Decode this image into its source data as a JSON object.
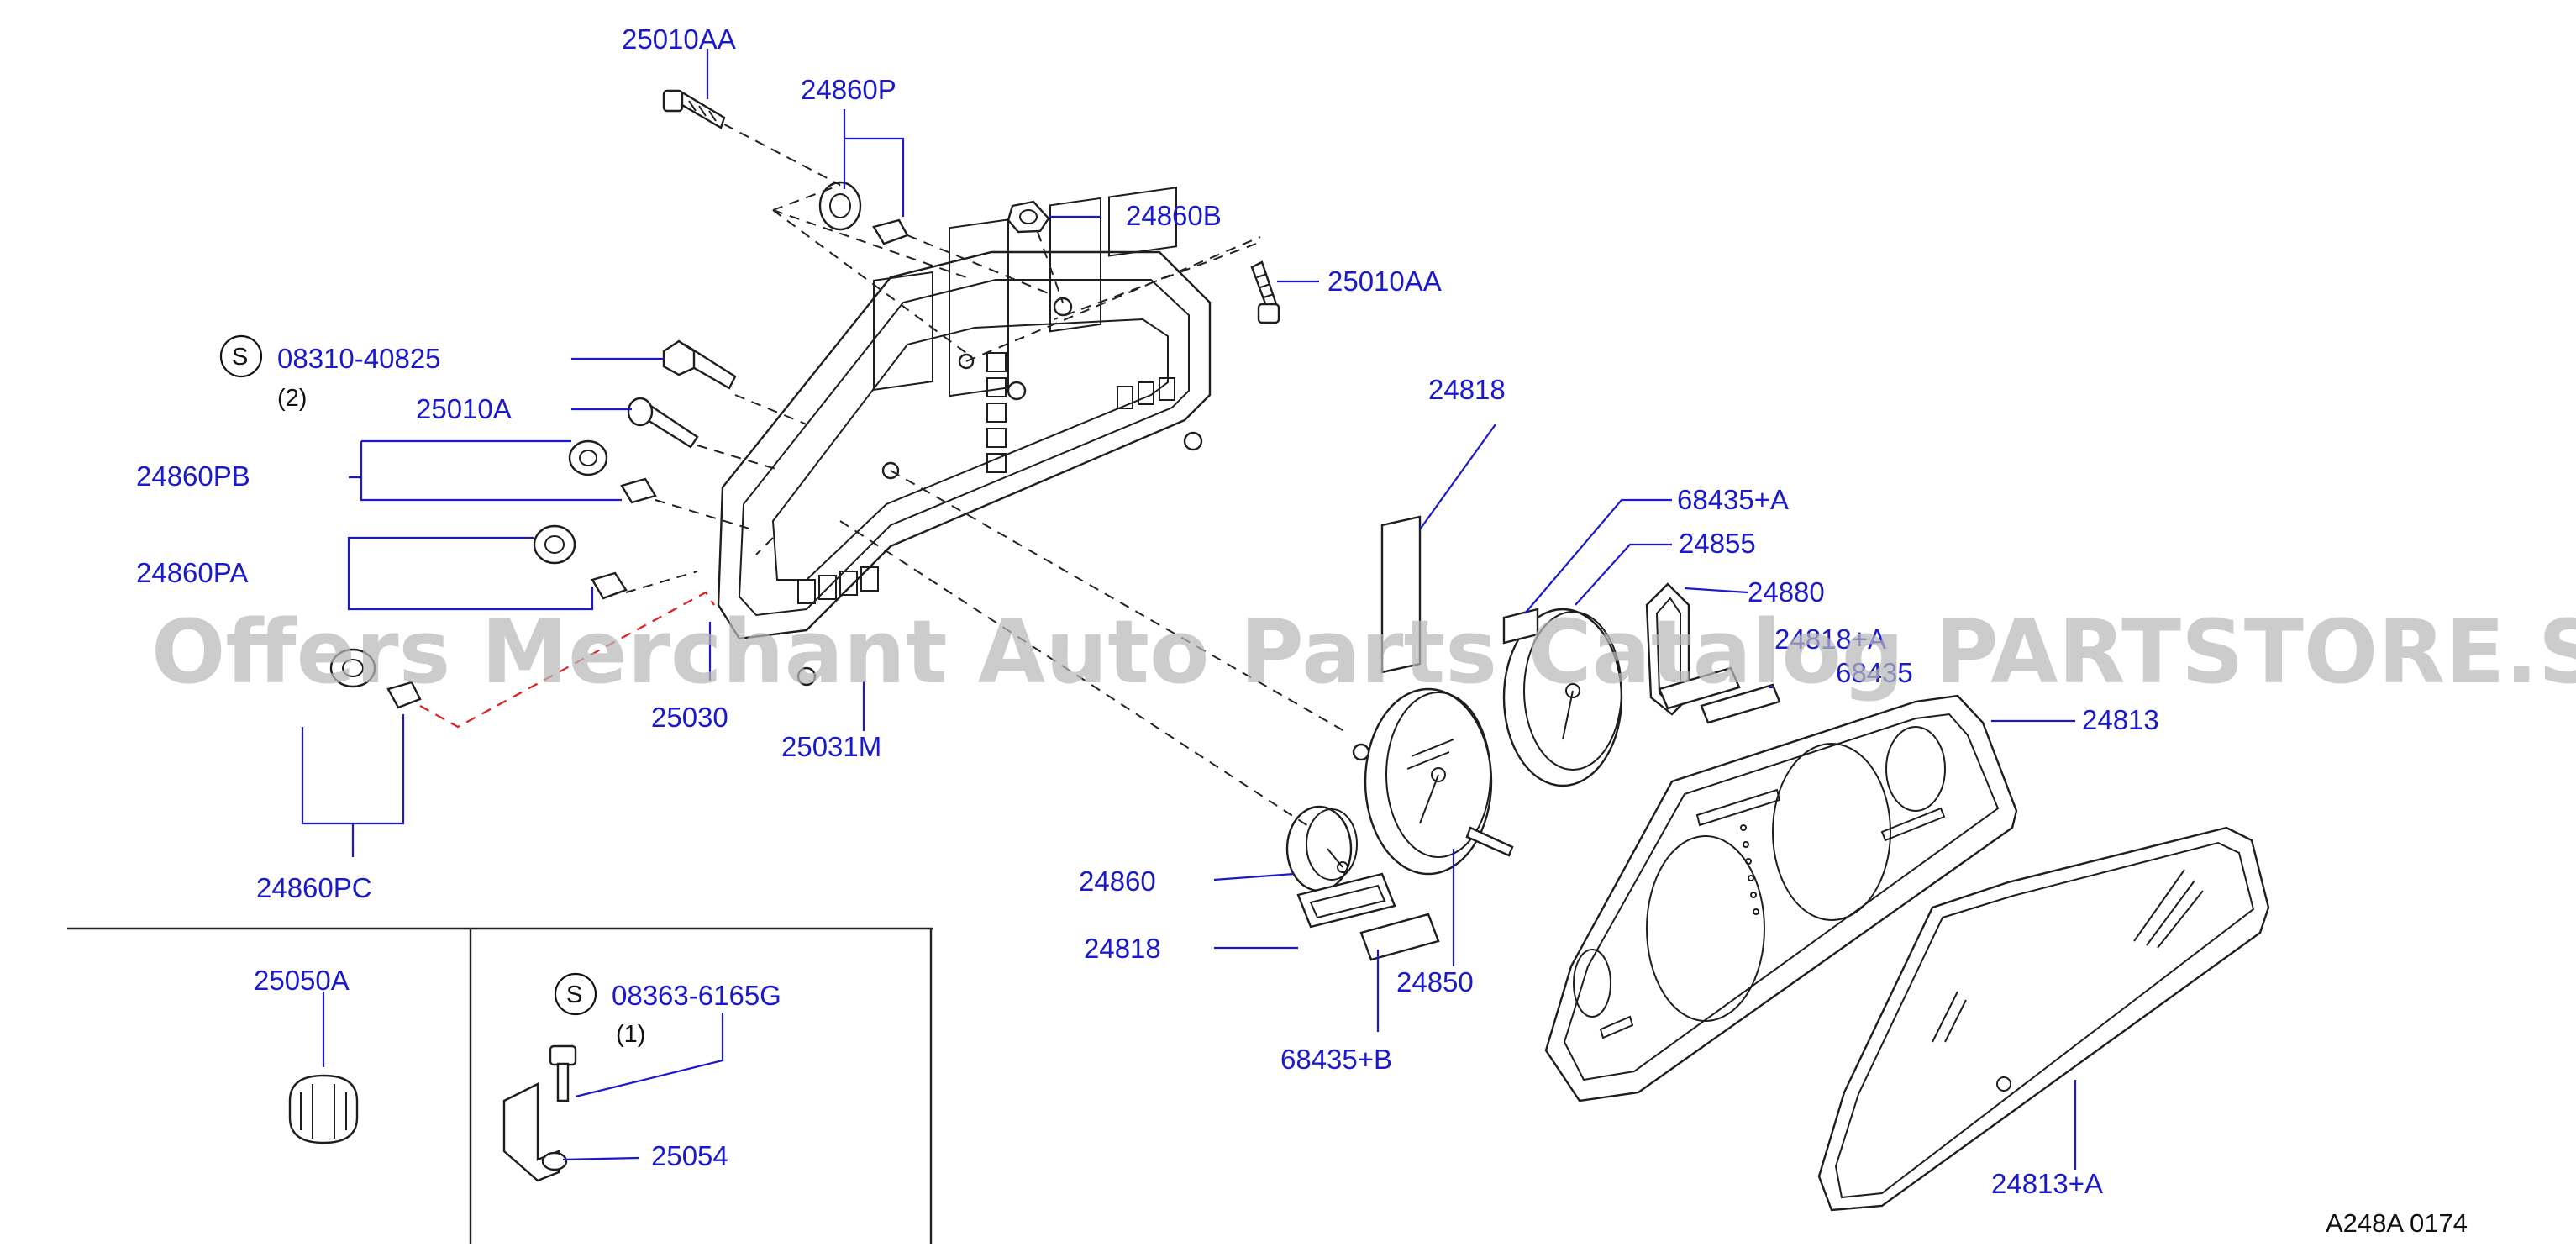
{
  "labels": {
    "p25010AA_top": "25010AA",
    "p24860P": "24860P",
    "p24860B": "24860B",
    "p25010AA_right": "25010AA",
    "p08310": "08310-40825",
    "p08310_qty": "(2)",
    "p25010A": "25010A",
    "p24860PB": "24860PB",
    "p24860PA": "24860PA",
    "p25030": "25030",
    "p25031M": "25031M",
    "p24860PC": "24860PC",
    "p24818_top": "24818",
    "p68435A": "68435+A",
    "p24855": "24855",
    "p24880": "24880",
    "p24818_hidden": "24818+A",
    "p68435_hidden": "68435",
    "p24813": "24813",
    "p24860": "24860",
    "p24818_bot": "24818",
    "p24850": "24850",
    "p68435B": "68435+B",
    "p24813A": "24813+A",
    "p25050A": "25050A",
    "p08363": "08363-6165G",
    "p08363_qty": "(1)",
    "p25054": "25054"
  },
  "symbols": {
    "s1": "S",
    "s2": "S"
  },
  "diagram_ref": "A248A   0174",
  "watermark": "Offers Merchant Auto Parts Catalog PARTSTORE.SA",
  "colors": {
    "label": "#1a1acc",
    "line": "#1e1e1e",
    "highlight": "#e02020",
    "watermark": "#b9b9b9"
  }
}
